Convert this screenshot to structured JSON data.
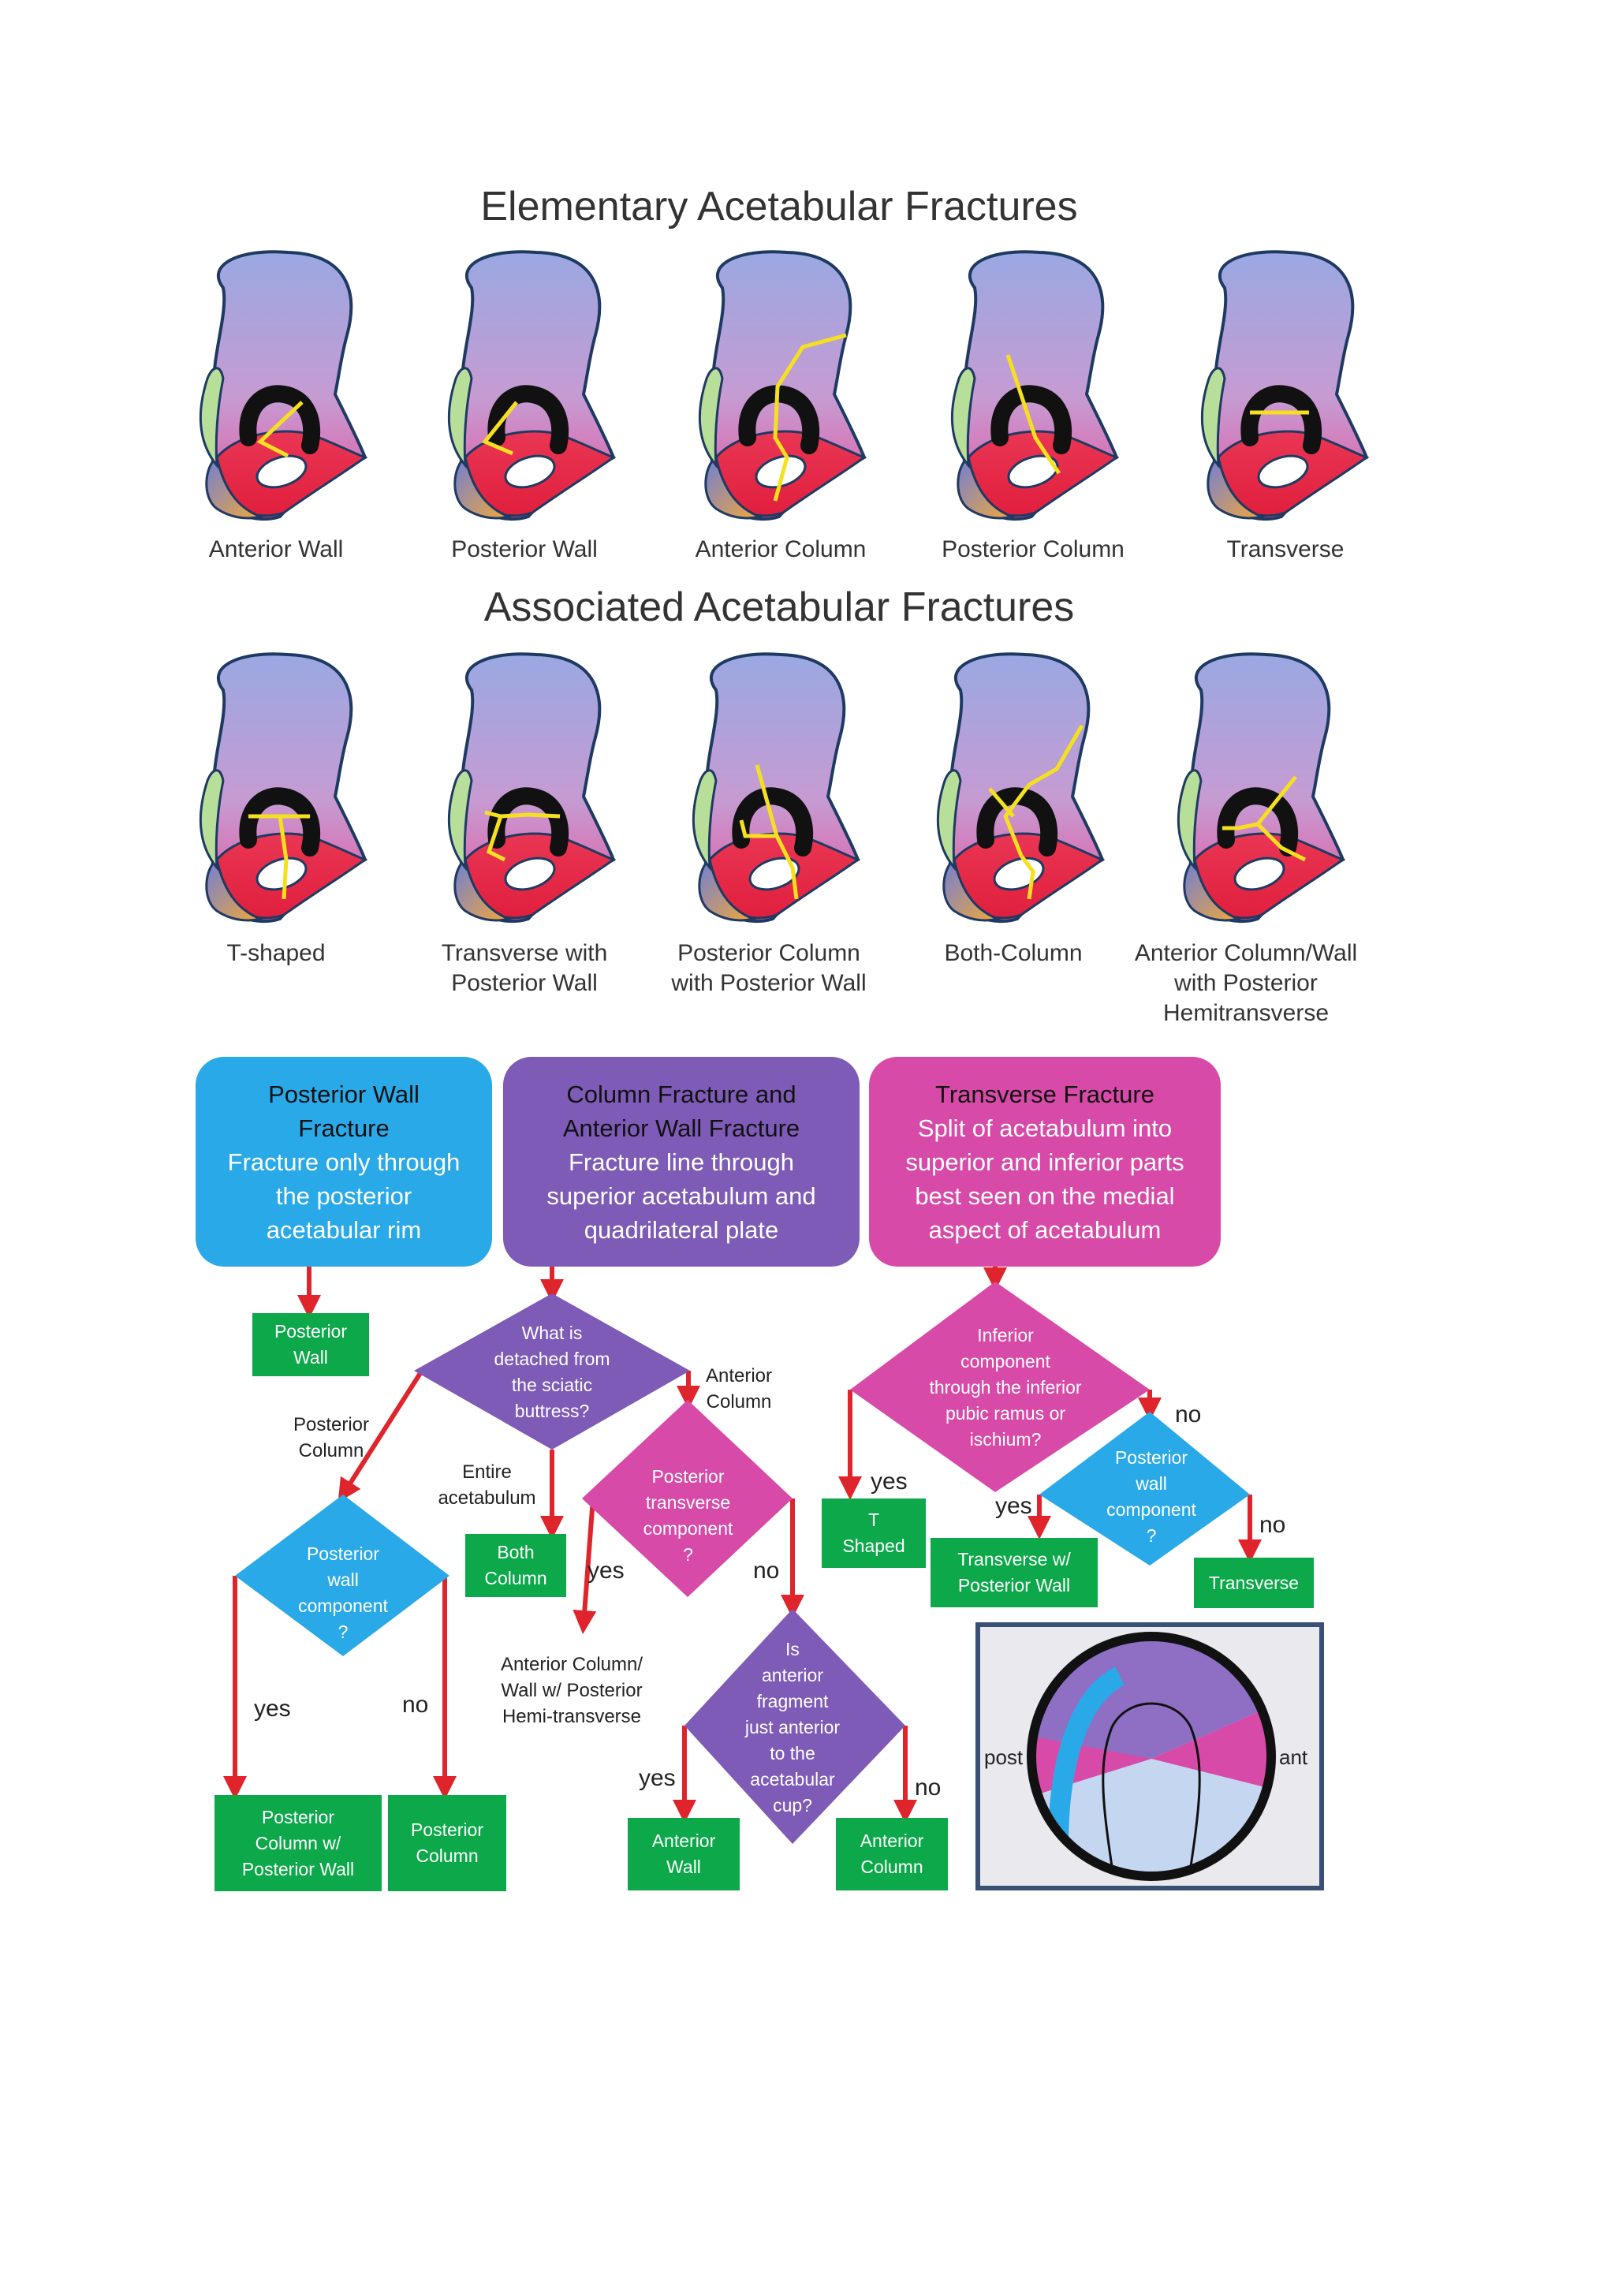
{
  "titles": {
    "elementary": "Elementary Acetabular Fractures",
    "associated": "Associated Acetabular Fractures"
  },
  "elementary": [
    {
      "label": "Anterior Wall"
    },
    {
      "label": "Posterior Wall"
    },
    {
      "label": "Anterior Column"
    },
    {
      "label": "Posterior Column"
    },
    {
      "label": "Transverse"
    }
  ],
  "associated": [
    {
      "label": "T-shaped"
    },
    {
      "label": "Transverse with\nPosterior Wall"
    },
    {
      "label": "Posterior Column\nwith Posterior Wall"
    },
    {
      "label": "Both-Column"
    },
    {
      "label": "Anterior Column/Wall\nwith Posterior\nHemitransverse"
    }
  ],
  "headers": [
    {
      "title": "Posterior Wall\nFracture",
      "desc": "Fracture only through\nthe posterior\nacetabular rim",
      "color": "#2aa9e8"
    },
    {
      "title": "Column Fracture and\nAnterior Wall Fracture",
      "desc": "Fracture line through\nsuperior acetabulum and\nquadrilateral plate",
      "color": "#7d5bb6"
    },
    {
      "title": "Transverse Fracture",
      "desc": "Split of acetabulum into\nsuperior and inferior parts\nbest seen on the medial\naspect of acetabulum",
      "color": "#d84aa8"
    }
  ],
  "diamonds": {
    "sciatic": "What is\ndetached from\nthe sciatic\nbuttress?",
    "pw_left": "Posterior\nwall\ncomponent\n?",
    "post_transverse": "Posterior\ntransverse\ncomponent\n?",
    "anterior_fragment": "Is\nanterior\nfragment\njust anterior\nto the\nacetabular\ncup?",
    "inferior": "Inferior\ncomponent\nthrough the inferior\npubic ramus or\nischium?",
    "pw_right": "Posterior\nwall\ncomponent\n?"
  },
  "outcomes": {
    "posterior_wall": "Posterior\nWall",
    "both_column": "Both\nColumn",
    "pc_pw": "Posterior\nColumn w/\nPosterior Wall",
    "posterior_column": "Posterior\nColumn",
    "anterior_wall": "Anterior\nWall",
    "anterior_column": "Anterior\nColumn",
    "t_shaped": "T\nShaped",
    "transverse_pw": "Transverse w/\nPosterior Wall",
    "transverse": "Transverse"
  },
  "edge_labels": {
    "posterior_column": "Posterior\nColumn",
    "anterior_column": "Anterior\nColumn",
    "entire_acetabulum": "Entire\nacetabulum",
    "ac_pht": "Anterior Column/\nWall w/ Posterior\nHemi-transverse",
    "yes": "yes",
    "no": "no"
  },
  "inset": {
    "post": "post",
    "ant": "ant"
  },
  "colors": {
    "outcome_green": "#0ca84a",
    "arrow_red": "#e0242b",
    "fracture_yellow": "#f5e020",
    "diamond_purple": "#7d5bb6",
    "diamond_blue": "#2aa9e8",
    "diamond_magenta": "#d84aa8"
  }
}
